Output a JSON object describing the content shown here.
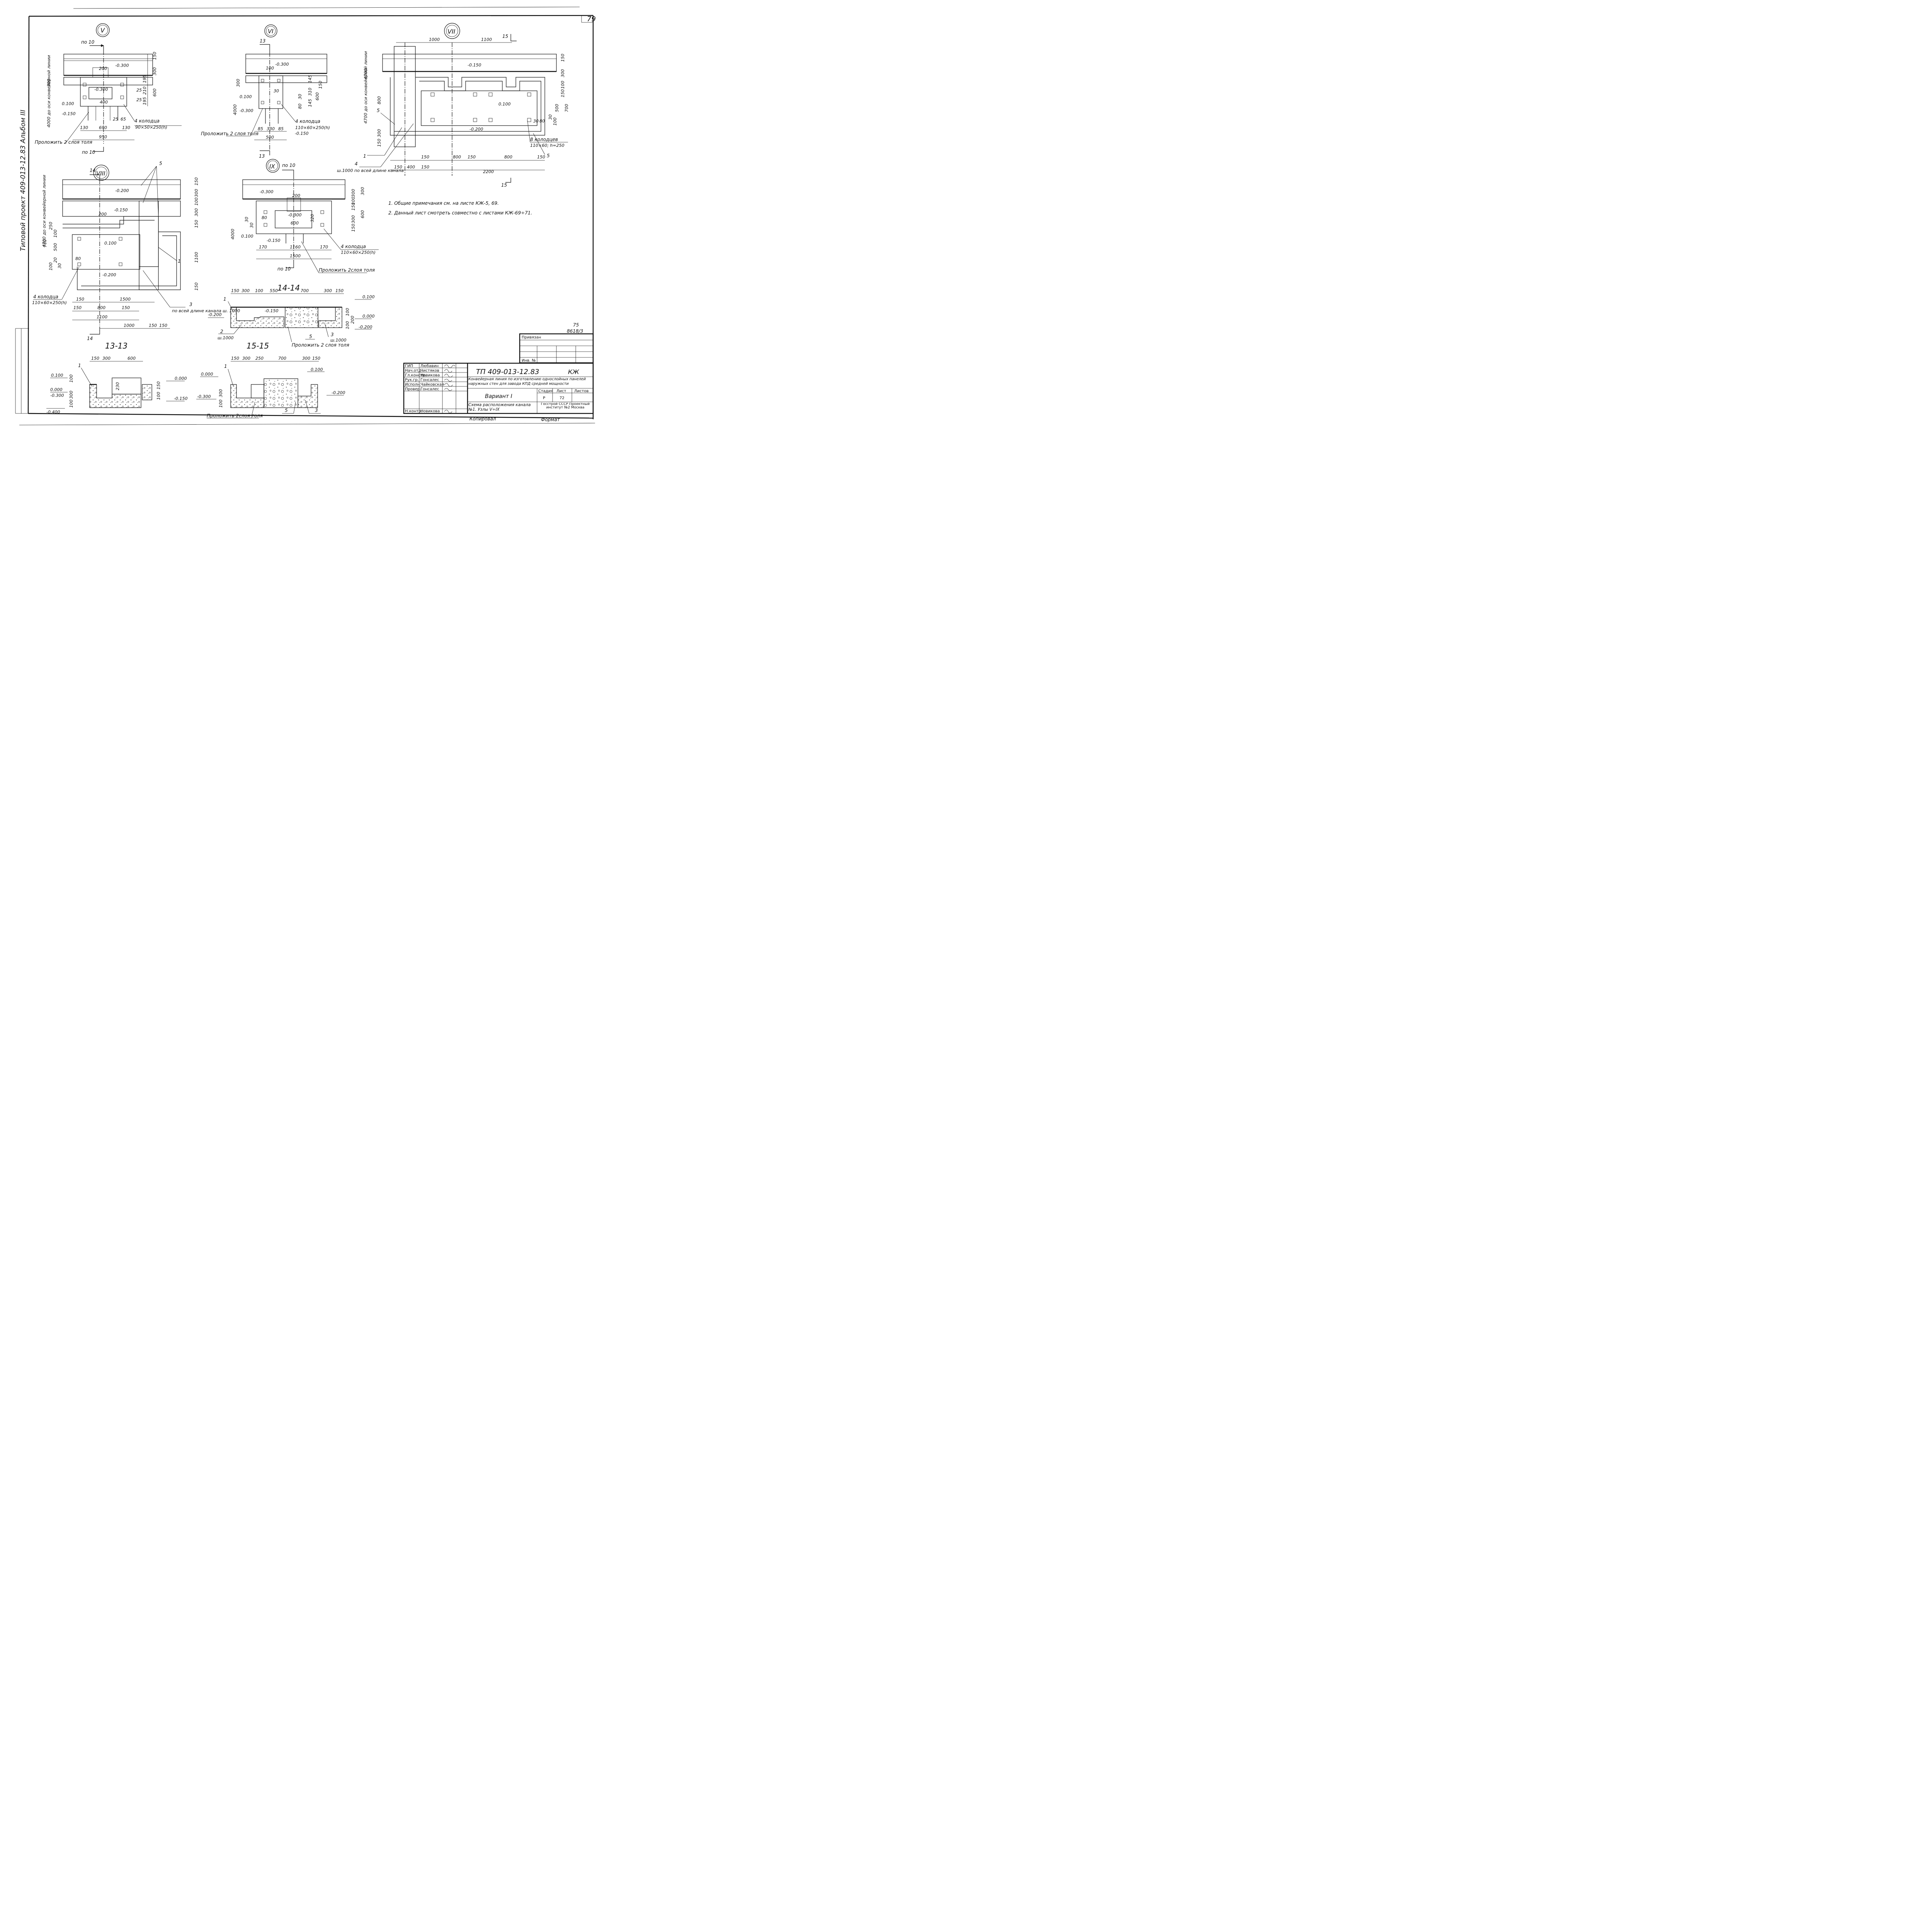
{
  "side_label": "Типовой проект 409-013-12.83   Альбом III",
  "page_corner": "79",
  "sheet_ref": {
    "line1": "75",
    "line2": "8618/3"
  },
  "nodes": {
    "V": {
      "marker": "V",
      "section_ref_top": "по 10",
      "section_ref_bottom": "по 10",
      "levels": [
        "-0.300",
        "-0.300",
        "0.100",
        "-0.150"
      ],
      "dims": [
        "200",
        "400",
        "690",
        "950",
        "130",
        "130",
        "25",
        "65",
        "150",
        "300",
        "195",
        "210",
        "195",
        "600",
        "25",
        "25",
        "300"
      ],
      "axis_note": "4000 до оси конвейерной линии",
      "well_note": "4 колодца",
      "well_size": "90×50×250(h)",
      "layer_note": "Проложить 2 слоя толя"
    },
    "VI": {
      "marker": "VI",
      "section_ref": "13",
      "section_ref_bottom": "13",
      "levels": [
        "-0.300",
        "0.100",
        "-0.300",
        "-0.150"
      ],
      "dims": [
        "100",
        "85",
        "330",
        "85",
        "500",
        "300",
        "150",
        "145",
        "310",
        "145",
        "600",
        "30",
        "30",
        "80",
        "4000"
      ],
      "well_note": "4 колодца",
      "well_size": "110×60×250(h)",
      "layer_note": "Проложить 2 слоя толя"
    },
    "VII": {
      "marker": "VII",
      "section_ref": "15",
      "section_ref_bottom": "15",
      "levels": [
        "-0.150",
        "0.100",
        "-0.200"
      ],
      "dims": [
        "1000",
        "1100",
        "150",
        "300",
        "100",
        "150",
        "500",
        "700",
        "30",
        "80",
        "30",
        "100",
        "150",
        "800",
        "150",
        "800",
        "150",
        "150",
        "400",
        "150",
        "2200",
        "800",
        "300",
        "150",
        "4700"
      ],
      "axis_note": "4700 до оси конвейерной линии",
      "callouts": [
        "1",
        "4",
        "5",
        "5"
      ],
      "wells_note": "8 колодцев",
      "wells_size": "110×60; h=250",
      "channel_note": "ш.1000 по всей длине канала"
    },
    "VIII": {
      "marker": "VIII",
      "section_ref": "14",
      "section_ref_bottom": "14",
      "levels": [
        "-0.200",
        "-0.150",
        "0.100",
        "-0.200"
      ],
      "dims": [
        "200",
        "150",
        "300",
        "100",
        "300",
        "150",
        "1100",
        "150",
        "250",
        "100",
        "700",
        "500",
        "80",
        "20",
        "30",
        "100",
        "150",
        "1500",
        "150",
        "800",
        "150",
        "1100",
        "1000",
        "150",
        "150"
      ],
      "axis_note": "4700 до оси конвейерной линии",
      "callouts": [
        "5",
        "1",
        "3"
      ],
      "well_note": "4 колодца",
      "well_size": "110×60×250(h)",
      "channel_note": "по всей длине канала ш. 1000"
    },
    "IX": {
      "marker": "IX",
      "section_ref": "по 10",
      "section_ref_bottom": "по 10",
      "levels": [
        "-0.300",
        "-0.300",
        "0.100",
        "-0.150"
      ],
      "dims": [
        "200",
        "600",
        "80",
        "30",
        "30",
        "170",
        "1160",
        "170",
        "1500",
        "300",
        "150",
        "300",
        "600",
        "300",
        "100",
        "150",
        "320",
        "4000"
      ],
      "well_note": "4 колодца",
      "well_size": "110×60×250(h)",
      "layer_note": "Проложить 2слоя толя"
    }
  },
  "notes": [
    "1. Общие примечания см. на листе КЖ-5, 69.",
    "2. Данный лист смотреть совместно с листами КЖ-69÷71."
  ],
  "sections": {
    "s1414": {
      "title": "14-14",
      "dims": [
        "150",
        "300",
        "100",
        "550",
        "700",
        "300",
        "150"
      ],
      "levels": [
        "0.100",
        "0.000",
        "-0.200",
        "-0.150",
        "-0.200"
      ],
      "vdims": [
        "100",
        "200",
        "100"
      ],
      "callouts": [
        "1",
        "2",
        "3",
        "5"
      ],
      "width_notes": [
        "ш.1000",
        "ш.1000"
      ],
      "layer_note": "Проложить 2 слоя толя"
    },
    "s1313": {
      "title": "13-13",
      "dims": [
        "150",
        "300",
        "600"
      ],
      "levels": [
        "0.100",
        "0.000",
        "-0.300",
        "-0.400",
        "0.000",
        "-0.150"
      ],
      "vdims": [
        "100",
        "300",
        "100",
        "230",
        "150",
        "100"
      ],
      "callouts": [
        "1"
      ]
    },
    "s1515": {
      "title": "15-15",
      "dims": [
        "150",
        "300",
        "250",
        "700",
        "300",
        "150"
      ],
      "levels": [
        "0.000",
        "-0.300",
        "0.100",
        "-0.200"
      ],
      "vdims": [
        "300",
        "100"
      ],
      "callouts": [
        "1",
        "5",
        "3"
      ],
      "layer_note": "Проложить 2слоя толя"
    }
  },
  "title_block": {
    "privyazan": "Привязан",
    "inv": "Инв. №",
    "roles": [
      {
        "role": "ГИП",
        "name": "Любавин"
      },
      {
        "role": "Нач.отд.",
        "name": "Чистяков"
      },
      {
        "role": "Гл.констр.",
        "name": "Новикова"
      },
      {
        "role": "Рук.гр.",
        "name": "Гонсалес"
      },
      {
        "role": "Исполн.",
        "name": "Чайковская"
      },
      {
        "role": "Провер.",
        "name": "Гонсалес"
      }
    ],
    "n_kontr_role": "Н.контр.",
    "n_kontr_name": "Новикова",
    "code": "ТП 409-013-12.83",
    "mark": "КЖ",
    "project_title": "Конвейерная линия по изготовлению однослойных панелей наружных стен для завода КПД средней мощности",
    "variant": "Вариант I",
    "stage_label": "Стадия",
    "sheet_label": "Лист",
    "sheets_label": "Листов",
    "stage": "Р",
    "sheet": "72",
    "sheets": "",
    "drawing_title": "Схема расположения канала №1. Узлы V÷IX",
    "org": "Госстрой СССР Проектный институт №2 Москва",
    "copied": "Копировал",
    "format": "Формат"
  }
}
